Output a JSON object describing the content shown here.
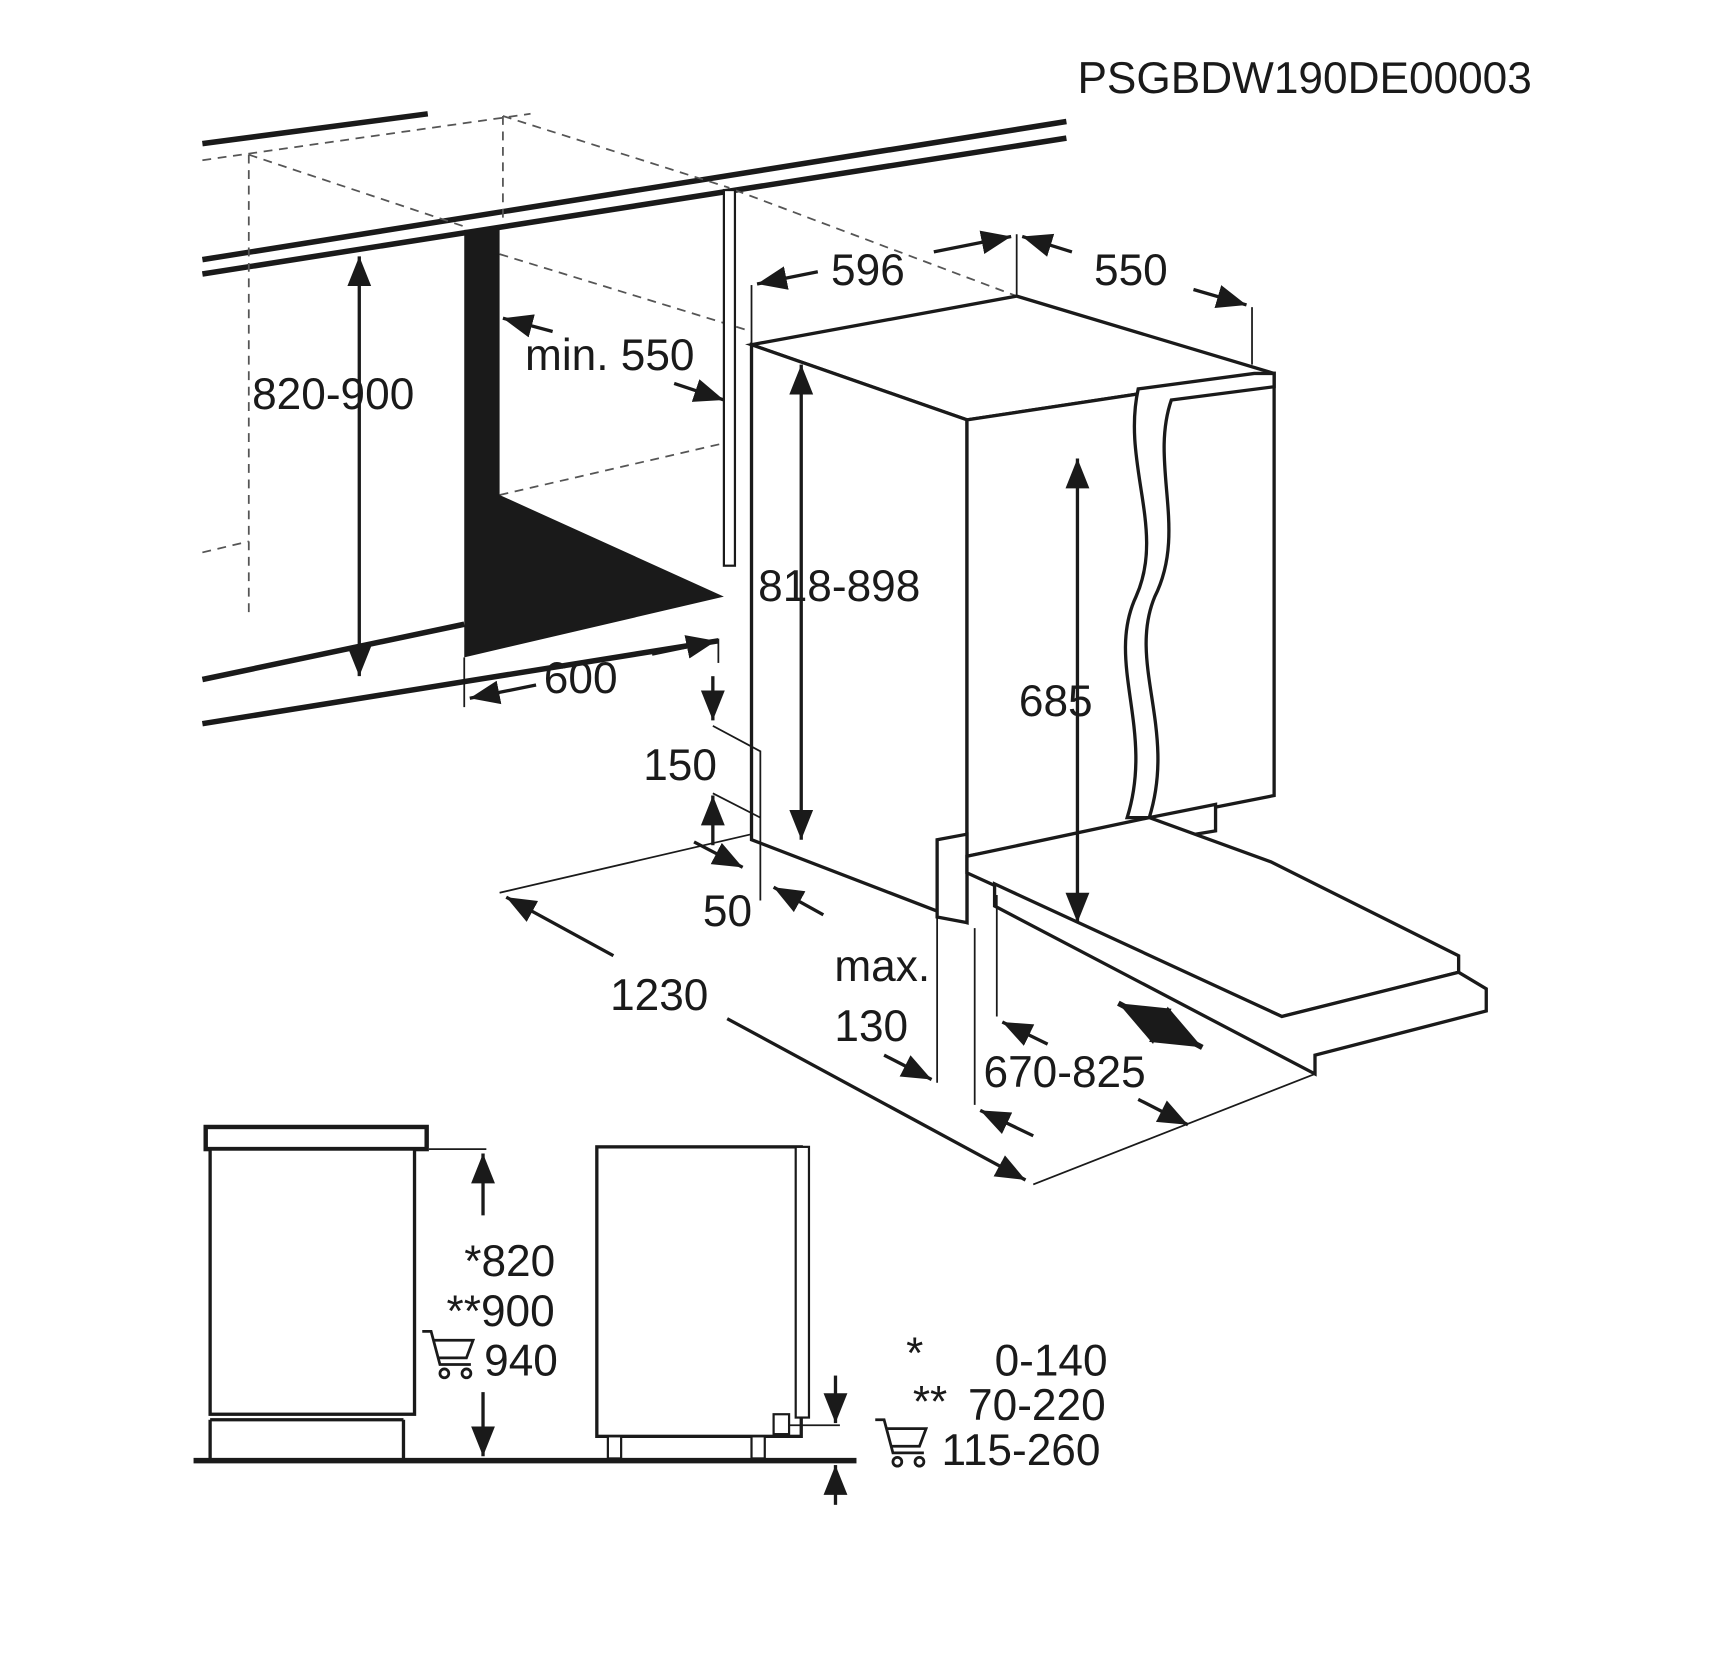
{
  "diagram_code": "PSGBDW190DE00003",
  "niche": {
    "height_range": "820-900",
    "depth_min": "min. 550",
    "width": "600"
  },
  "appliance": {
    "width": "596",
    "depth": "550",
    "height_range": "818-898",
    "door_height": "685",
    "plinth_height": "150",
    "plinth_depth": "50",
    "door_open_depth": "1230",
    "max_label": "max.",
    "max_value": "130",
    "door_projection": "670-825"
  },
  "side_views": {
    "heights": [
      "*820",
      "**900",
      "940"
    ],
    "foot_adjust": [
      {
        "marker": "*",
        "value": "0-140"
      },
      {
        "marker": "**",
        "value": "70-220"
      },
      {
        "marker": "cart",
        "value": "115-260"
      }
    ]
  },
  "icons": [
    "shopping-cart-icon"
  ]
}
